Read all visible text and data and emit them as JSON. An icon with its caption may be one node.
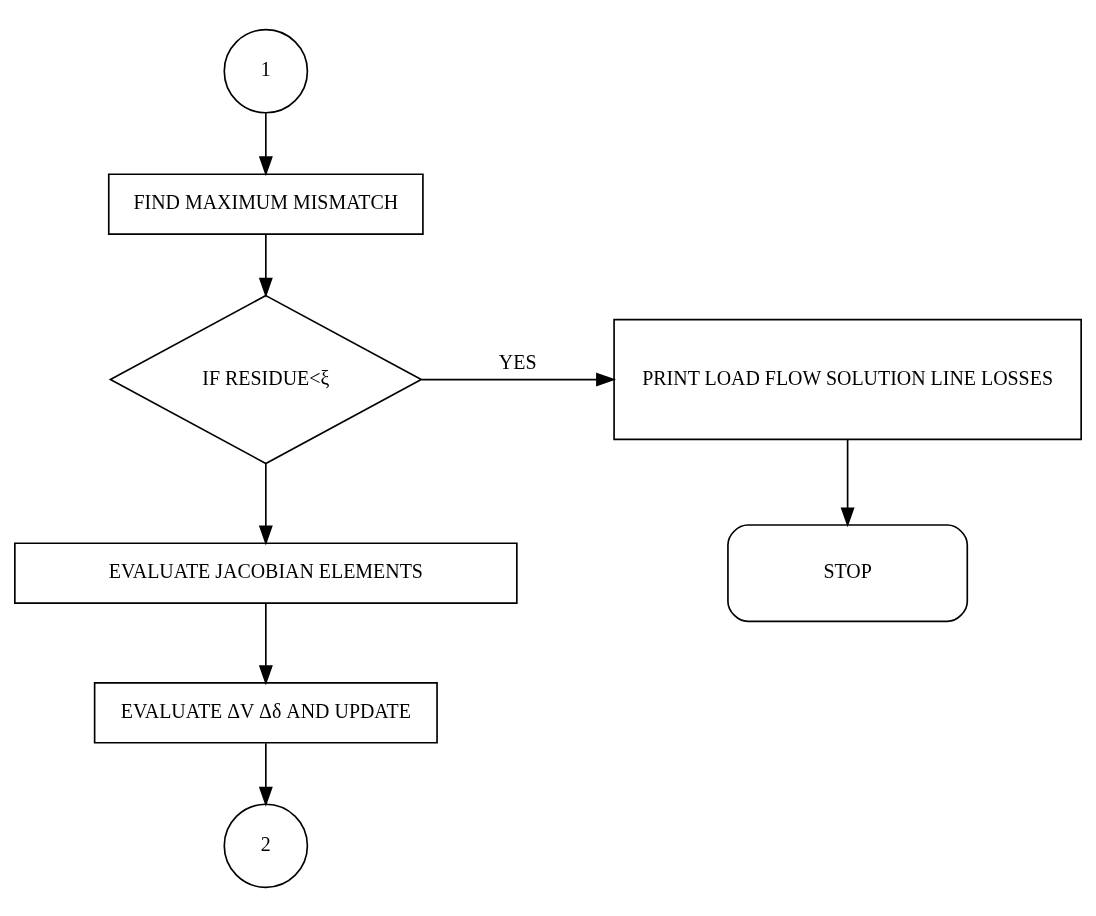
{
  "diagram": {
    "nodes": [
      {
        "text": [
          "1"
        ]
      },
      {
        "text": [
          "FIND MAXIMUM MISMATCH"
        ]
      },
      {
        "text": [
          "IF RESIDUE<ξ"
        ]
      },
      {
        "text": [
          "PRINT LOAD FLOW SOLUTION LINE LOSSES"
        ]
      },
      {
        "text": [
          "STOP"
        ]
      },
      {
        "text": [
          "EVALUATE JACOBIAN ELEMENTS"
        ]
      },
      {
        "text": [
          "EVALUATE ΔV Δδ AND UPDATE"
        ]
      },
      {
        "text": [
          "2"
        ]
      }
    ],
    "edges": [
      {
        "from": 0,
        "to": 1,
        "arrow": "to"
      },
      {
        "from": 1,
        "to": 2,
        "arrow": "to"
      },
      {
        "from": 2,
        "to": 3,
        "arrow": "to",
        "label": "YES"
      },
      {
        "from": 3,
        "to": 4,
        "arrow": "to"
      },
      {
        "from": 2,
        "to": 5,
        "arrow": "to"
      },
      {
        "from": 5,
        "to": 6,
        "arrow": "to"
      },
      {
        "from": 6,
        "to": 7,
        "arrow": "to"
      }
    ]
  }
}
